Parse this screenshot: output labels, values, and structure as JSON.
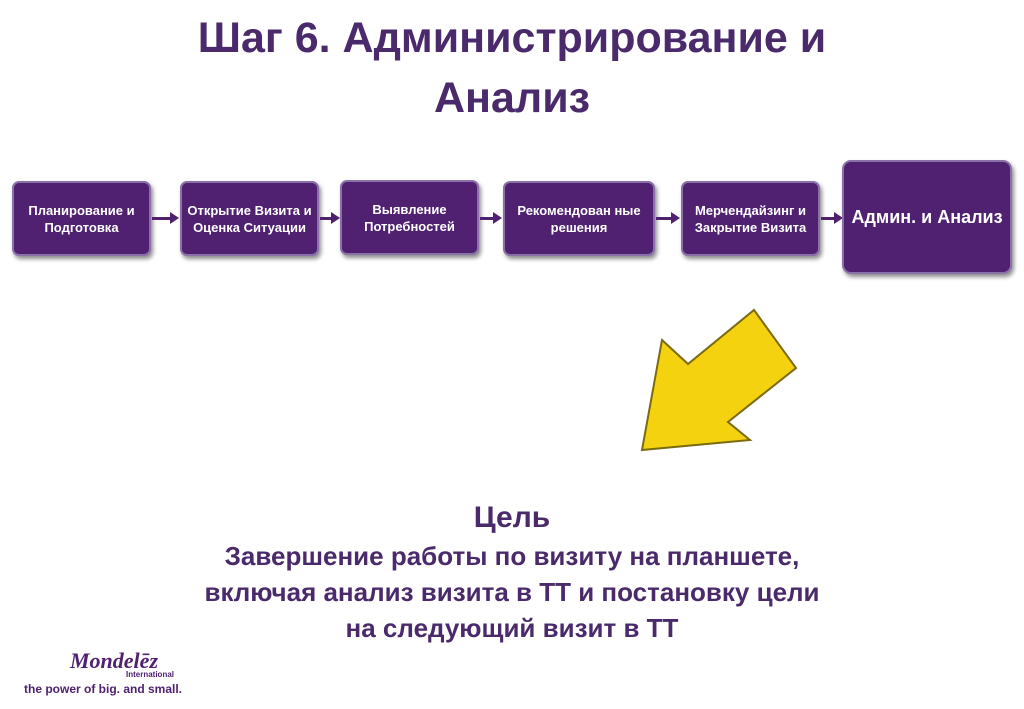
{
  "title": "Шаг 6. Администрирование и\nАнализ",
  "steps": [
    {
      "label": "Планирование и Подготовка"
    },
    {
      "label": "Открытие Визита и Оценка Ситуации"
    },
    {
      "label": "Выявление Потребностей"
    },
    {
      "label": "Рекомендован ные решения"
    },
    {
      "label": "Мерчендайзинг и Закрытие Визита"
    },
    {
      "label": "Админ. и Анализ",
      "active": true
    }
  ],
  "goal": {
    "heading": "Цель",
    "text": "Завершение работы по визиту на планшете,\nвключая анализ визита в ТТ и постановку цели\nна следующий визит в ТТ"
  },
  "logo": {
    "name": "Mondelēz",
    "sub": "International",
    "tagline": "the power of big. and small."
  },
  "colors": {
    "brand_purple": "#4f2170",
    "title_purple": "#4a2a6b",
    "arrow_yellow": "#f5d20f"
  },
  "icons": {
    "pointer": "big-yellow-arrow-icon"
  }
}
